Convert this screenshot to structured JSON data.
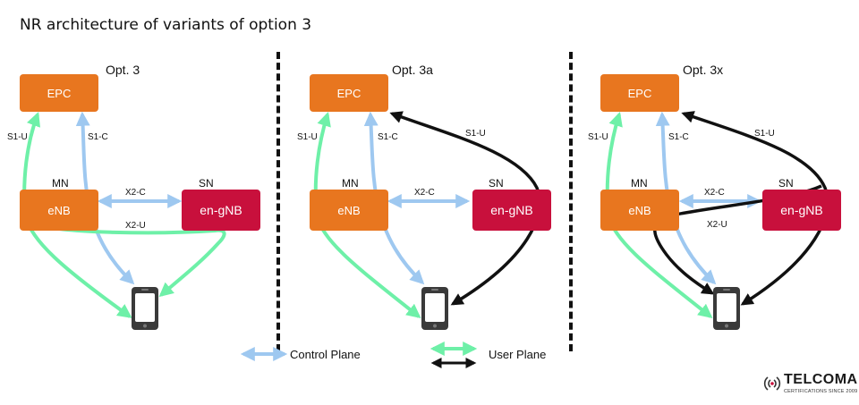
{
  "title": "NR architecture of variants of option 3",
  "panels": [
    {
      "option": "Opt. 3",
      "epc": "EPC",
      "enb": "eNB",
      "gnb": "en-gNB",
      "mn": "MN",
      "sn": "SN",
      "s1u": "S1-U",
      "s1c": "S1-C",
      "x2c": "X2-C",
      "x2u": "X2-U"
    },
    {
      "option": "Opt. 3a",
      "epc": "EPC",
      "enb": "eNB",
      "gnb": "en-gNB",
      "mn": "MN",
      "sn": "SN",
      "s1u": "S1-U",
      "s1c": "S1-C",
      "x2c": "X2-C",
      "s1u_sn": "S1-U"
    },
    {
      "option": "Opt. 3x",
      "epc": "EPC",
      "enb": "eNB",
      "gnb": "en-gNB",
      "mn": "MN",
      "sn": "SN",
      "s1u": "S1-U",
      "s1c": "S1-C",
      "x2c": "X2-C",
      "x2u": "X2-U",
      "s1u_sn": "S1-U"
    }
  ],
  "legend": {
    "control_plane": "Control Plane",
    "user_plane": "User Plane"
  },
  "logo": {
    "name": "TELCOMA",
    "tagline": "CERTIFICATIONS SINCE 2009"
  },
  "colors": {
    "node_orange": "#e8761f",
    "node_red": "#c8103c",
    "control_plane": "#9ec8f0",
    "user_plane_green": "#6ef0a8",
    "user_plane_black": "#111111"
  }
}
